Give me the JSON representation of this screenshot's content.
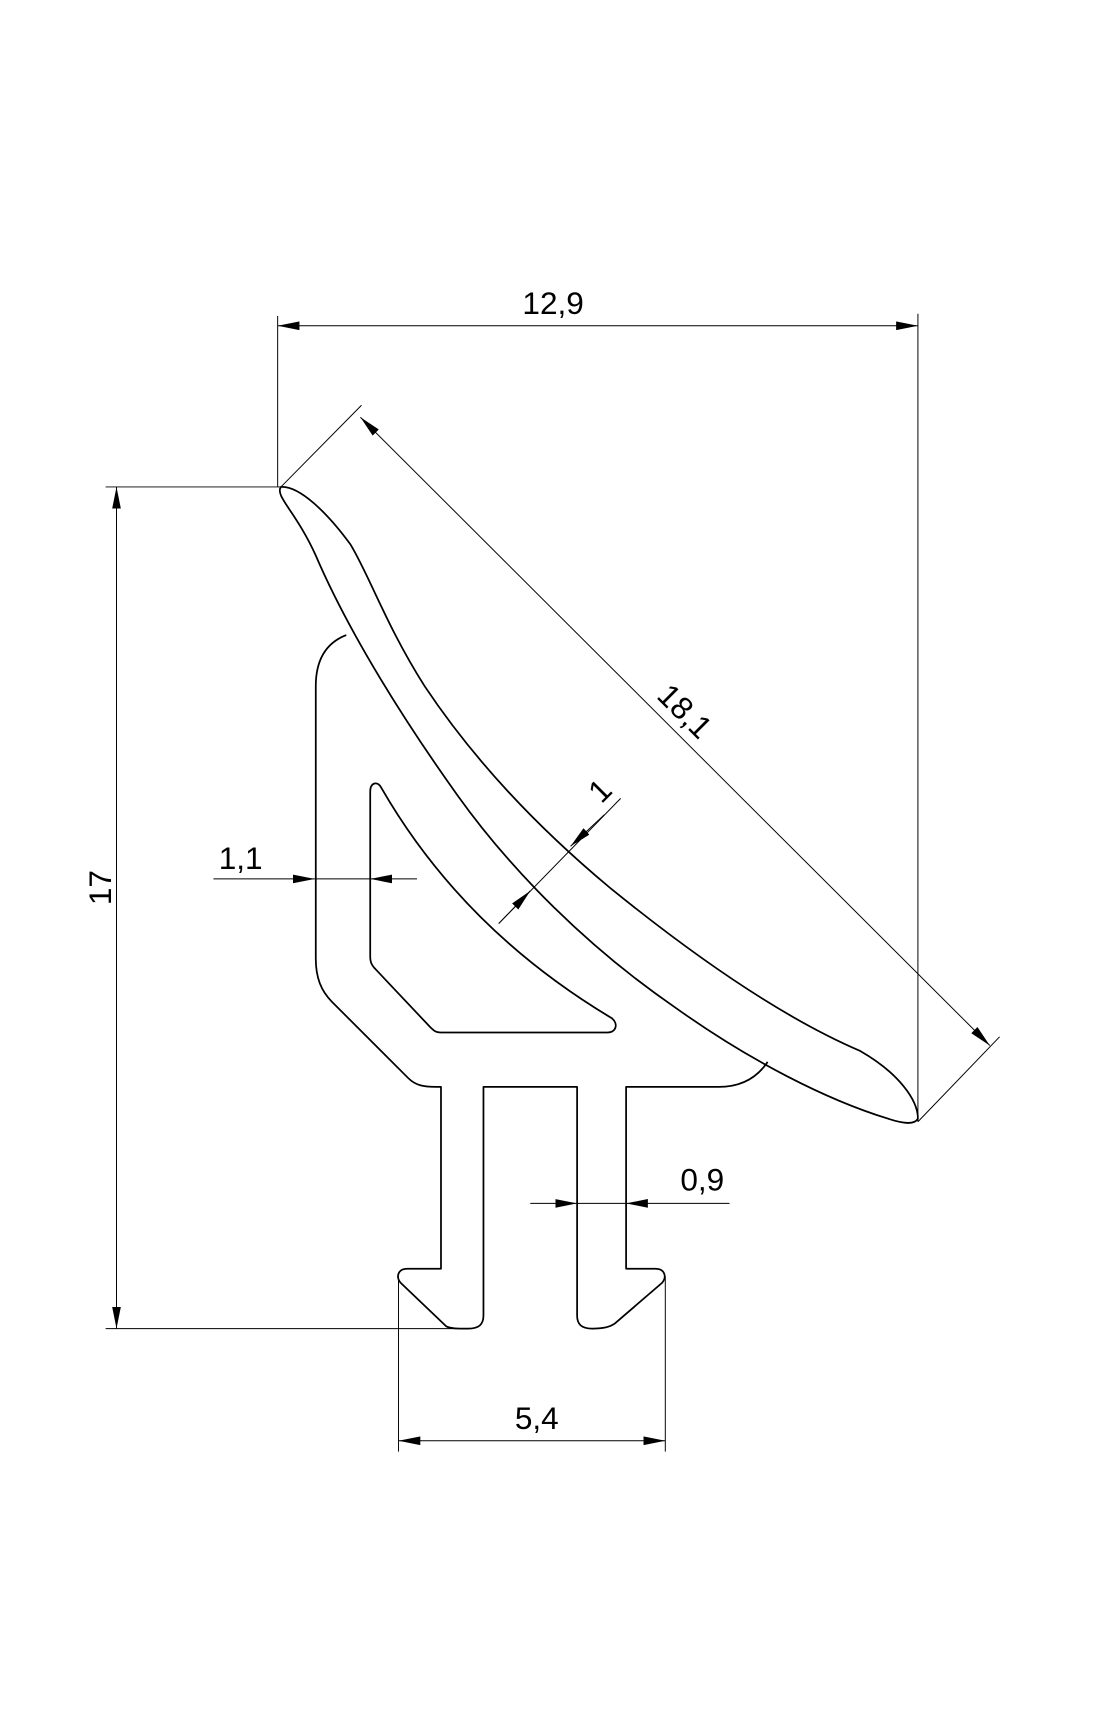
{
  "drawing": {
    "dimensions": {
      "overall_width": "12,9",
      "overall_height": "17",
      "lip_length": "18,1",
      "lip_thickness": "1",
      "wall_thickness": "1,1",
      "leg_thickness": "0,9",
      "foot_width": "5,4"
    },
    "colors": {
      "outline": "#000000",
      "hatch": "#ff0000",
      "background": "#ffffff"
    }
  }
}
